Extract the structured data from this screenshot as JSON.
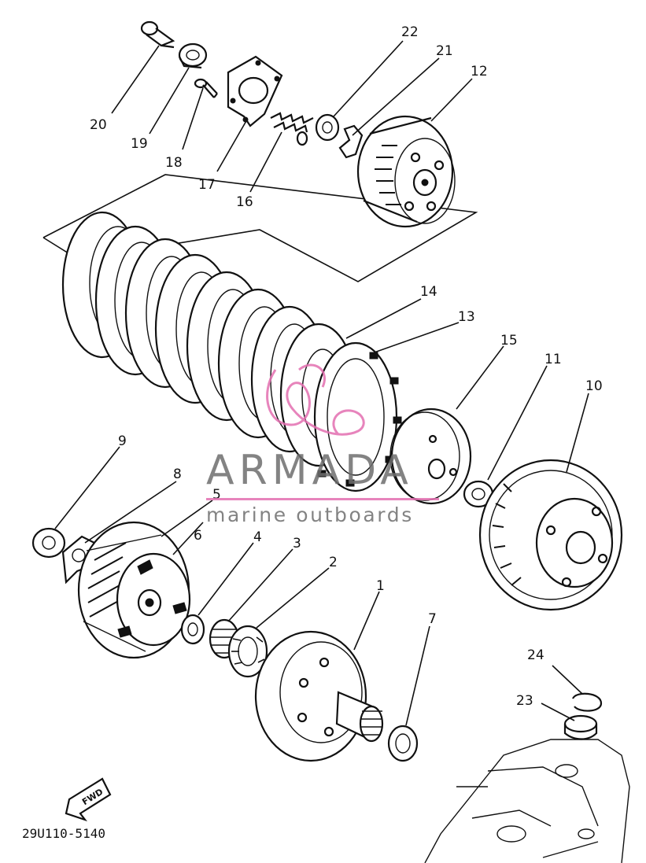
{
  "diagram": {
    "callouts": [
      "1",
      "2",
      "3",
      "4",
      "5",
      "6",
      "7",
      "8",
      "9",
      "10",
      "11",
      "12",
      "13",
      "14",
      "15",
      "16",
      "17",
      "18",
      "19",
      "20",
      "21",
      "22",
      "23",
      "24"
    ],
    "drawing_code": "29U110-5140",
    "direction_label": "FWD"
  },
  "watermark": {
    "brand": "ARMADA",
    "tagline": "marine outboards",
    "logo_color": "#e36fb0"
  }
}
